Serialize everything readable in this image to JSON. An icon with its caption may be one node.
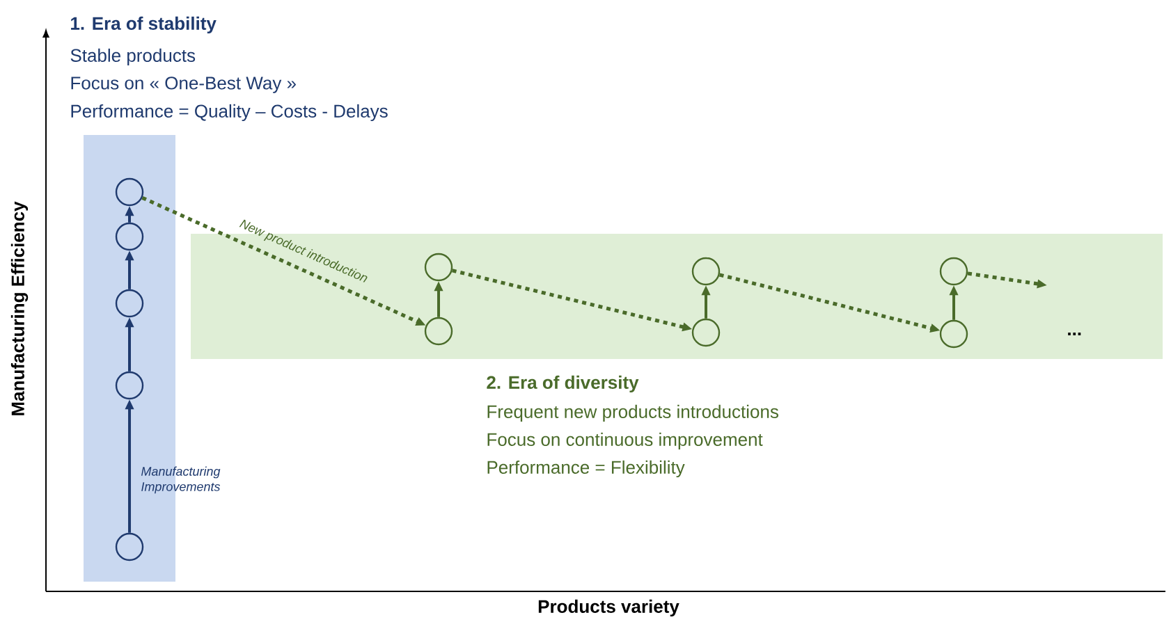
{
  "diagram": {
    "nodes": [
      {
        "text": [],
        "shape": "box"
      },
      {
        "text": [],
        "shape": "circle",
        "in": 0
      },
      {
        "text": [],
        "shape": "circle",
        "in": 0
      },
      {
        "text": [],
        "shape": "circle",
        "in": 0
      },
      {
        "text": [],
        "shape": "circle",
        "in": 0
      },
      {
        "text": [],
        "shape": "circle",
        "in": 0
      },
      {
        "text": [],
        "shape": "box"
      },
      {
        "text": [],
        "shape": "circle",
        "in": 6
      },
      {
        "text": [],
        "shape": "circle",
        "in": 6
      },
      {
        "text": [],
        "shape": "circle",
        "in": 6
      },
      {
        "text": [],
        "shape": "circle",
        "in": 6
      },
      {
        "text": [],
        "shape": "circle",
        "in": 6
      },
      {
        "text": [],
        "shape": "circle",
        "in": 6
      }
    ],
    "edges": [
      {
        "from": 5,
        "to": 4,
        "arrow": "to",
        "color": "#1f3a6e",
        "label": "Manufacturing Improvements"
      },
      {
        "from": 4,
        "to": 3,
        "arrow": "to",
        "color": "#1f3a6e"
      },
      {
        "from": 3,
        "to": 2,
        "arrow": "to",
        "color": "#1f3a6e"
      },
      {
        "from": 2,
        "to": 1,
        "arrow": "to",
        "color": "#1f3a6e"
      },
      {
        "from": 1,
        "to": 7,
        "arrow": "to",
        "style": "dashed",
        "label": "New product introduction"
      },
      {
        "from": 7,
        "to": 8,
        "arrow": "to"
      },
      {
        "from": 8,
        "to": 9,
        "arrow": "to",
        "style": "dashed"
      },
      {
        "from": 9,
        "to": 10,
        "arrow": "to"
      },
      {
        "from": 10,
        "to": 11,
        "arrow": "to",
        "style": "dashed"
      },
      {
        "from": 11,
        "to": 12,
        "arrow": "to"
      },
      {
        "from": 12,
        "to": null,
        "arrow": "to",
        "style": "dashed"
      }
    ],
    "labels": [
      "1. Era of stability",
      "Stable products",
      "Focus on « One-Best Way »",
      "Performance = Quality – Costs - Delays",
      "Manufacturing Efficiency",
      "...",
      "2. Era of diversity",
      "Frequent new products introductions",
      "Focus on continuous improvement",
      "Performance = Flexibility",
      "Products variety"
    ]
  }
}
